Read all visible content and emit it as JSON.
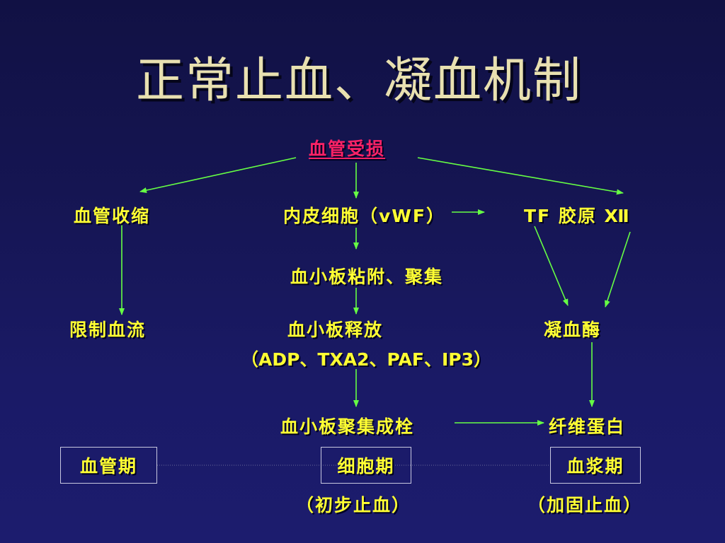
{
  "title": "正常止血、凝血机制",
  "nodes": {
    "vessel_injury": "血管受损",
    "vasoconstriction": "血管收缩",
    "endothelium": "内皮细胞（vWF）",
    "tf_collagen": "TF 胶原 Ⅻ",
    "platelet_adhesion": "血小板粘附、聚集",
    "limit_flow": "限制血流",
    "platelet_release": "血小板释放",
    "release_factors": "（ADP、TXA2、PAF、IP3）",
    "thrombin": "凝血酶",
    "platelet_plug": "血小板聚集成栓",
    "fibrin": "纤维蛋白"
  },
  "phases": {
    "vascular": "血管期",
    "cellular": "细胞期",
    "plasma": "血浆期",
    "cellular_note": "（初步止血）",
    "plasma_note": "（加固止血）"
  },
  "colors": {
    "node_text": "#ffff33",
    "root_text": "#ff2266",
    "title_text": "#e8e0b0",
    "arrow": "#66ff44"
  }
}
